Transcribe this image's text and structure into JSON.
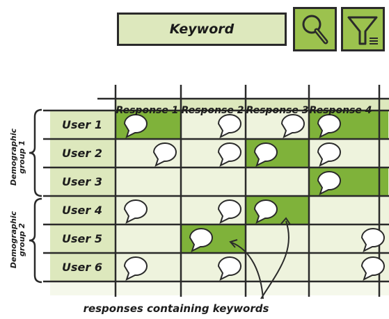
{
  "search": {
    "value": "Keyword"
  },
  "toolbar": {
    "search_icon": "magnifier-icon",
    "filter_icon": "funnel-filter-icon"
  },
  "colors": {
    "dark_green": "#7fb23a",
    "light_green": "#dde8bd",
    "pale": "#eef3dd",
    "outline": "#2a2a2a"
  },
  "columns": [
    "Response 1",
    "Response 2",
    "Response 3",
    "Response 4"
  ],
  "rows": [
    "User 1",
    "User 2",
    "User 3",
    "User 4",
    "User 5",
    "User 6"
  ],
  "groups": [
    {
      "label": "Demographic group 1",
      "line1": "Demographic",
      "line2": "group 1"
    },
    {
      "label": "Demographic group 2",
      "line1": "Demographic",
      "line2": "group 2"
    }
  ],
  "highlighted": [
    [
      0,
      0
    ],
    [
      0,
      3
    ],
    [
      1,
      2
    ],
    [
      2,
      3
    ],
    [
      3,
      2
    ],
    [
      4,
      1
    ]
  ],
  "bubbles": [
    {
      "r": 0,
      "c": 0,
      "pos": "left"
    },
    {
      "r": 0,
      "c": 1,
      "pos": "right"
    },
    {
      "r": 0,
      "c": 2,
      "pos": "right"
    },
    {
      "r": 0,
      "c": 3,
      "pos": "left"
    },
    {
      "r": 1,
      "c": 0,
      "pos": "right"
    },
    {
      "r": 1,
      "c": 1,
      "pos": "right"
    },
    {
      "r": 1,
      "c": 2,
      "pos": "left"
    },
    {
      "r": 1,
      "c": 3,
      "pos": "left"
    },
    {
      "r": 2,
      "c": 3,
      "pos": "left"
    },
    {
      "r": 3,
      "c": 0,
      "pos": "left"
    },
    {
      "r": 3,
      "c": 1,
      "pos": "right"
    },
    {
      "r": 3,
      "c": 2,
      "pos": "left"
    },
    {
      "r": 4,
      "c": 1,
      "pos": "left"
    },
    {
      "r": 4,
      "c": 3,
      "pos": "right"
    },
    {
      "r": 5,
      "c": 0,
      "pos": "left"
    },
    {
      "r": 5,
      "c": 1,
      "pos": "right"
    },
    {
      "r": 5,
      "c": 3,
      "pos": "right"
    }
  ],
  "caption": "responses containing keywords"
}
